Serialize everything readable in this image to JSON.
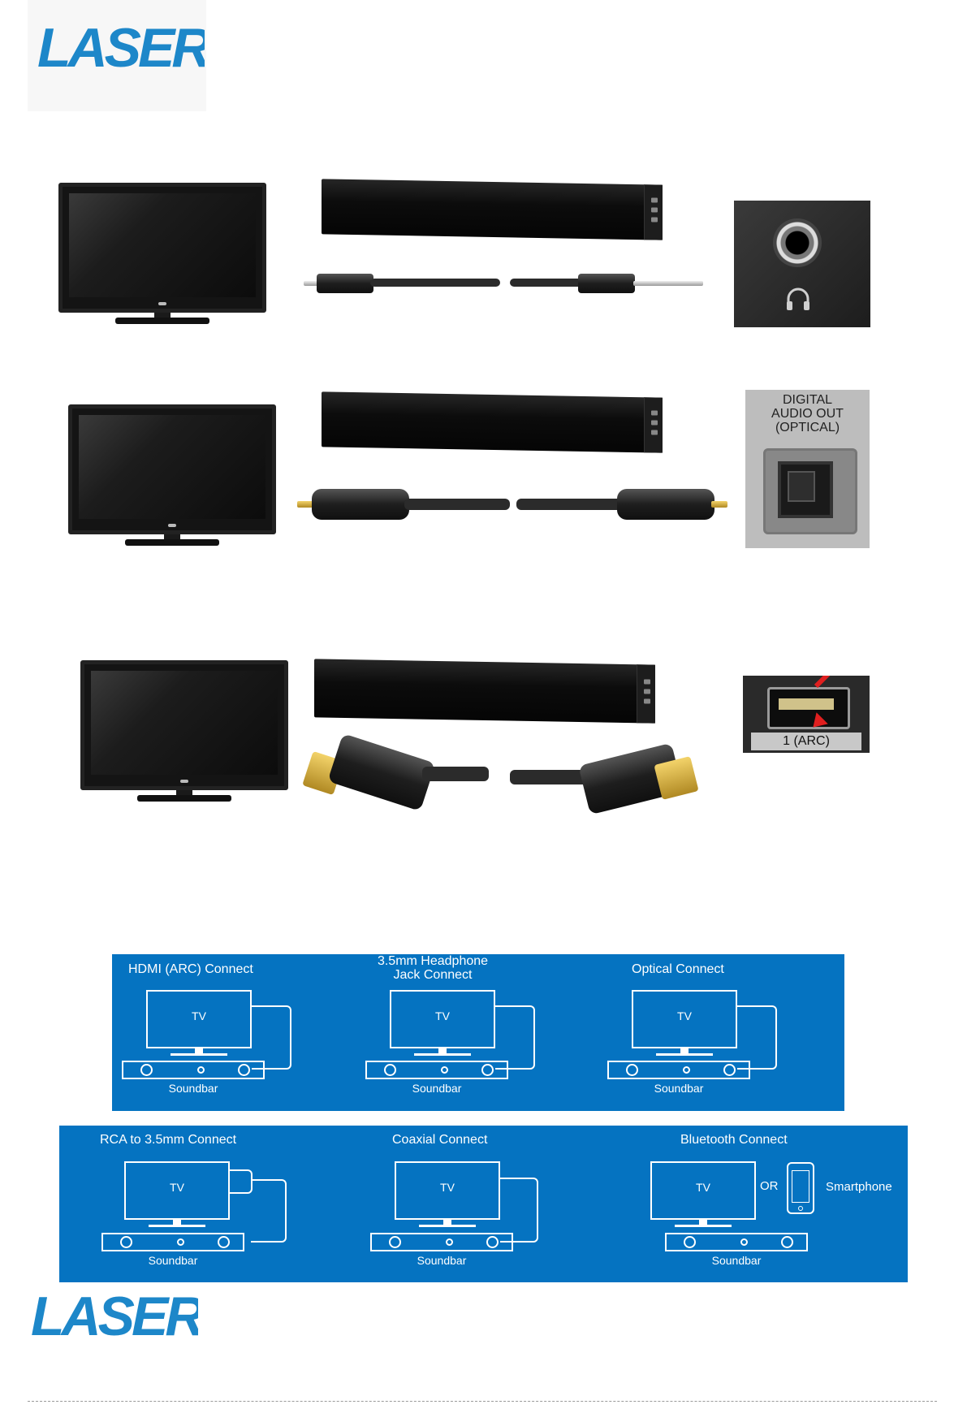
{
  "brand": {
    "logo_text": "LASER",
    "color": "#1d87c9"
  },
  "port_labels": {
    "optical": [
      "DIGITAL",
      "AUDIO OUT",
      "(OPTICAL)"
    ],
    "arc": "1 (ARC)"
  },
  "diagrams": {
    "accent": "#0573c1",
    "tv_label": "TV",
    "soundbar_label": "Soundbar",
    "row1": [
      {
        "title": "HDMI (ARC) Connect"
      },
      {
        "title_line1": "3.5mm Headphone",
        "title_line2": "Jack Connect"
      },
      {
        "title": "Optical Connect"
      }
    ],
    "row2": [
      {
        "title": "RCA to 3.5mm Connect"
      },
      {
        "title": "Coaxial Connect"
      },
      {
        "title": "Bluetooth Connect",
        "or_label": "OR",
        "device_label": "Smartphone"
      }
    ]
  }
}
